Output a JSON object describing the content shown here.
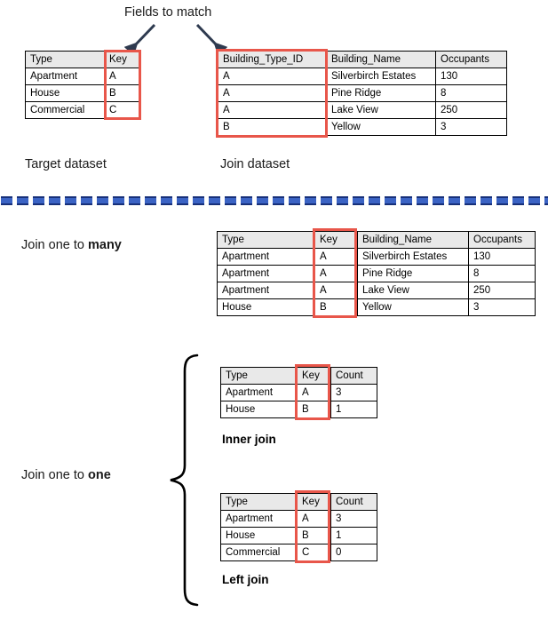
{
  "title": {
    "fields_to_match": "Fields to match"
  },
  "colors": {
    "highlight": "#e8564a",
    "arrow": "#2e3a4f",
    "divider": "#2a5fc0",
    "header_bg": "#e9e9e9",
    "border": "#000000"
  },
  "icons": {
    "left_arrow": "arrow-down-left-icon",
    "right_arrow": "arrow-down-right-icon",
    "brace": "curly-brace-icon",
    "divider": "dashed-divider-icon"
  },
  "target_dataset": {
    "caption": "Target dataset",
    "columns": [
      "Type",
      "Key"
    ],
    "rows": [
      [
        "Apartment",
        "A"
      ],
      [
        "House",
        "B"
      ],
      [
        "Commercial",
        "C"
      ]
    ],
    "highlight_column": "Key"
  },
  "join_dataset": {
    "caption": "Join dataset",
    "columns": [
      "Building_Type_ID",
      "Building_Name",
      "Occupants"
    ],
    "rows": [
      [
        "A",
        "Silverbirch Estates",
        "130"
      ],
      [
        "A",
        "Pine Ridge",
        "8"
      ],
      [
        "A",
        "Lake View",
        "250"
      ],
      [
        "B",
        "Yellow",
        "3"
      ]
    ],
    "highlight_column": "Building_Type_ID"
  },
  "one_to_many": {
    "label_prefix": "Join one to ",
    "label_strong": "many",
    "columns": [
      "Type",
      "Key",
      "Building_Name",
      "Occupants"
    ],
    "rows": [
      [
        "Apartment",
        "A",
        "Silverbirch Estates",
        "130"
      ],
      [
        "Apartment",
        "A",
        "Pine Ridge",
        "8"
      ],
      [
        "Apartment",
        "A",
        "Lake View",
        "250"
      ],
      [
        "House",
        "B",
        "Yellow",
        "3"
      ]
    ],
    "highlight_column": "Key"
  },
  "one_to_one": {
    "label_prefix": "Join one to ",
    "label_strong": "one"
  },
  "inner_join": {
    "caption": "Inner join",
    "columns": [
      "Type",
      "Key",
      "Count"
    ],
    "rows": [
      [
        "Apartment",
        "A",
        "3"
      ],
      [
        "House",
        "B",
        "1"
      ]
    ],
    "highlight_column": "Key"
  },
  "left_join": {
    "caption": "Left join",
    "columns": [
      "Type",
      "Key",
      "Count"
    ],
    "rows": [
      [
        "Apartment",
        "A",
        "3"
      ],
      [
        "House",
        "B",
        "1"
      ],
      [
        "Commercial",
        "C",
        "0"
      ]
    ],
    "highlight_column": "Key"
  }
}
